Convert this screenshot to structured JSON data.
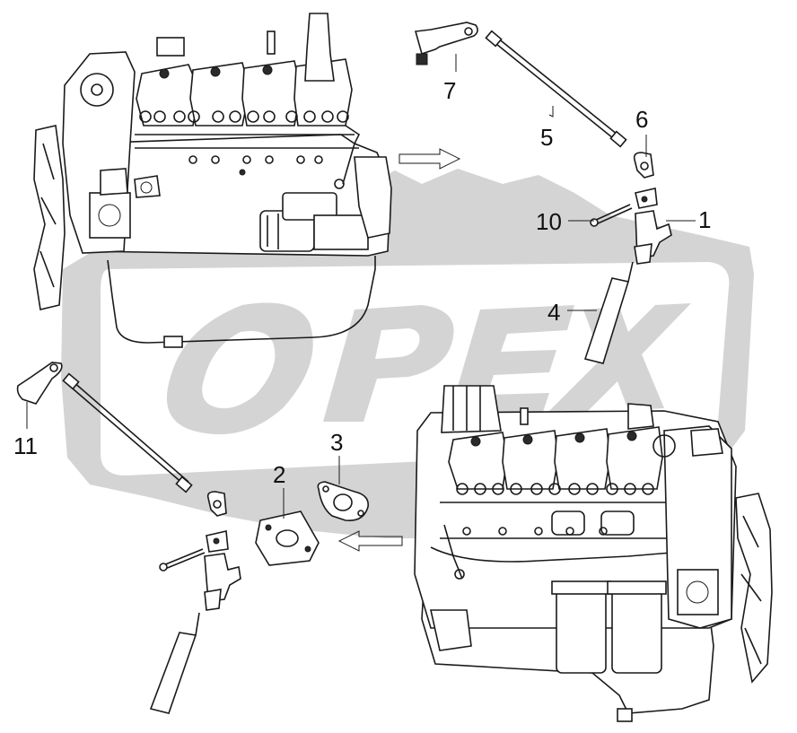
{
  "watermark": {
    "text": "OPEX",
    "color": "#d4d4d4"
  },
  "callouts": [
    {
      "id": "1",
      "label": "1"
    },
    {
      "id": "2",
      "label": "2"
    },
    {
      "id": "3",
      "label": "3"
    },
    {
      "id": "4",
      "label": "4"
    },
    {
      "id": "5",
      "label": "5"
    },
    {
      "id": "6",
      "label": "6"
    },
    {
      "id": "7",
      "label": "7"
    },
    {
      "id": "10",
      "label": "10"
    },
    {
      "id": "11",
      "label": "11"
    }
  ],
  "colors": {
    "line": "#1a1a1a",
    "background": "#ffffff",
    "watermark": "#d4d4d4"
  }
}
